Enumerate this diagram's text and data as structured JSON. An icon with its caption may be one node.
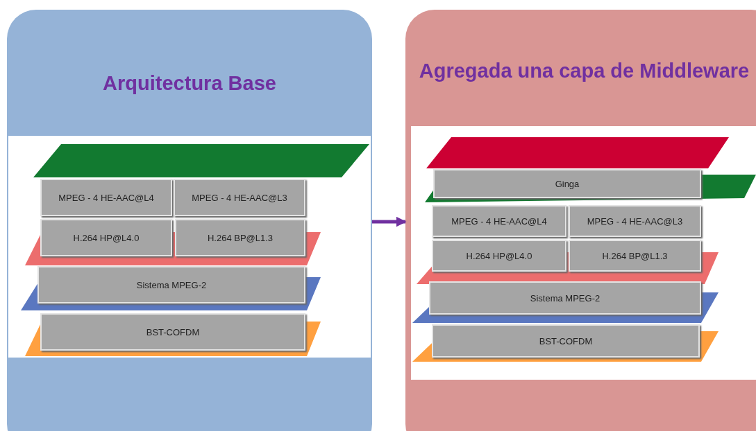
{
  "diagram": {
    "nodes": [
      {
        "text": [
          "Arquitectura Base"
        ]
      },
      {
        "text": [
          "MPEG - 4 HE-AAC@L4"
        ],
        "in": 0
      },
      {
        "text": [
          "MPEG - 4 HE-AAC@L3"
        ],
        "in": 0
      },
      {
        "text": [
          "H.264 HP@L4.0"
        ],
        "in": 0
      },
      {
        "text": [
          "H.264 BP@L1.3"
        ],
        "in": 0
      },
      {
        "text": [
          "Sistema MPEG-2"
        ],
        "in": 0
      },
      {
        "text": [
          "BST-COFDM"
        ],
        "in": 0
      },
      {
        "text": [
          "Agregada una capa de Middleware"
        ]
      },
      {
        "text": [
          "Ginga"
        ],
        "in": 7
      },
      {
        "text": [
          "MPEG - 4 HE-AAC@L4"
        ],
        "in": 7
      },
      {
        "text": [
          "MPEG - 4 HE-AAC@L3"
        ],
        "in": 7
      },
      {
        "text": [
          "H.264 HP@L4.0"
        ],
        "in": 7
      },
      {
        "text": [
          "H.264 BP@L1.3"
        ],
        "in": 7
      },
      {
        "text": [
          "Sistema MPEG-2"
        ],
        "in": 7
      },
      {
        "text": [
          "BST-COFDM"
        ],
        "in": 7
      }
    ],
    "edges": [
      {
        "from": 0,
        "to": 7,
        "arrow": "to"
      }
    ]
  }
}
